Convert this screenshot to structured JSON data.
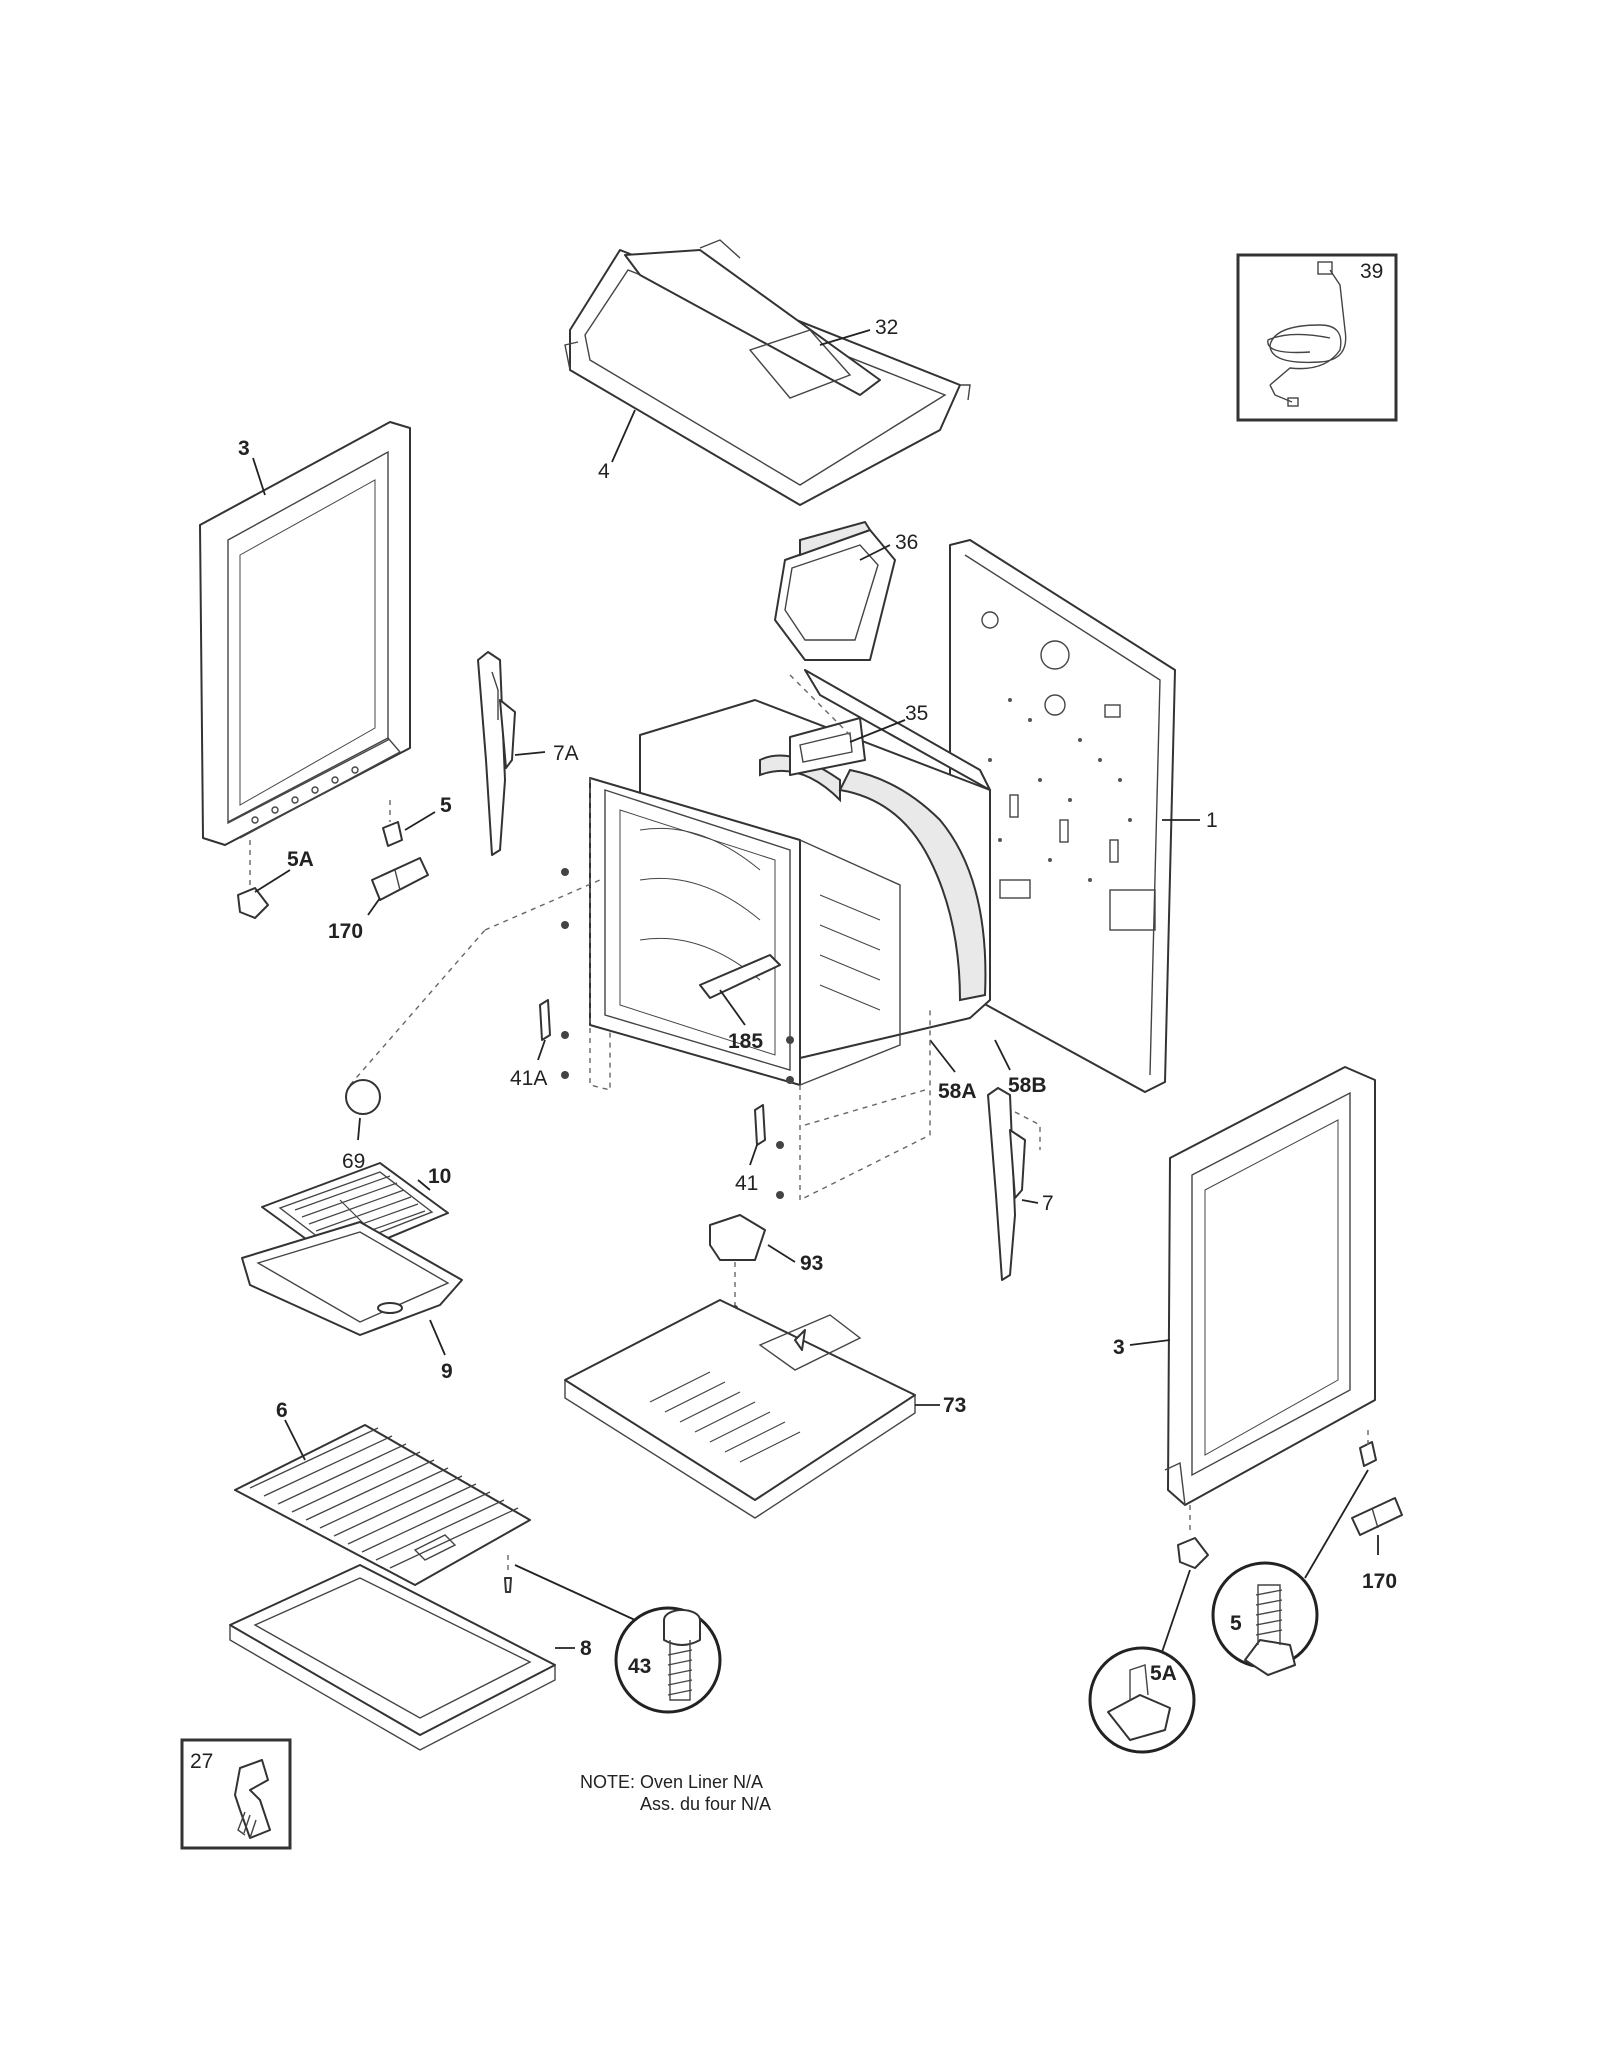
{
  "callouts": {
    "c39": "39",
    "c32": "32",
    "c4": "4",
    "c3_left": "3",
    "c36": "36",
    "c7A": "7A",
    "c35": "35",
    "c1": "1",
    "c5_top": "5",
    "c5A_top": "5A",
    "c170_top": "170",
    "c185": "185",
    "c58A": "58A",
    "c58B": "58B",
    "c41A": "41A",
    "c69": "69",
    "c10": "10",
    "c41": "41",
    "c7": "7",
    "c93": "93",
    "c9": "9",
    "c3_right": "3",
    "c73": "73",
    "c6": "6",
    "c170_bottom": "170",
    "c8": "8",
    "c43": "43",
    "c5_bottom": "5",
    "c5A_bottom": "5A",
    "c27": "27"
  },
  "note": {
    "line1": "NOTE: Oven Liner N/A",
    "line2": "Ass. du four N/A"
  }
}
